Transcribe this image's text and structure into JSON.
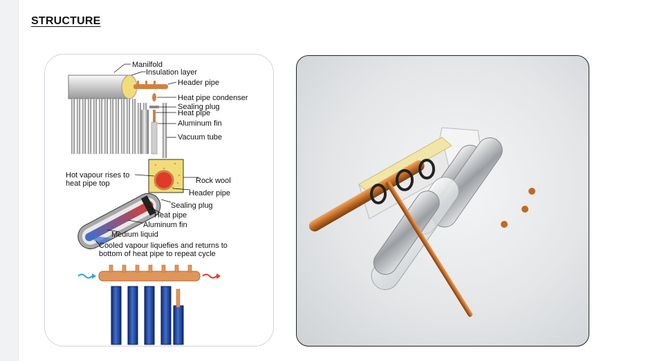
{
  "page": {
    "heading": "STRUCTURE"
  },
  "diagram": {
    "top_labels": {
      "manifold": "Manilfold",
      "insulation": "Insulation layer",
      "header_pipe": "Header pipe",
      "condenser": "Heat pipe condenser",
      "sealing_plug": "Sealing plug",
      "heat_pipe": "Heat pipe",
      "aluminum_fin": "Aluminum fin",
      "vacuum_tube": "Vacuum tube"
    },
    "section_labels": {
      "hot_vapour_line1": "Hot vapour rises to",
      "hot_vapour_line2": "heat pipe top",
      "rock_wool": "Rock wool",
      "header_pipe": "Header pipe",
      "sealing_plug": "Sealing plug",
      "heat_pipe": "Heat pipe",
      "aluminum_fin": "Aluminum fin",
      "medium_liquid": "Medium liquid",
      "cooled_line1": "Cooled vapour liquefies and returns to",
      "cooled_line2": "bottom of heat pipe to repeat cycle"
    },
    "colors": {
      "copper": "#d2803f",
      "cold_flow": "#2aa3e0",
      "hot_flow": "#e03a2a",
      "tube_blue": "#1b3f9a"
    }
  }
}
